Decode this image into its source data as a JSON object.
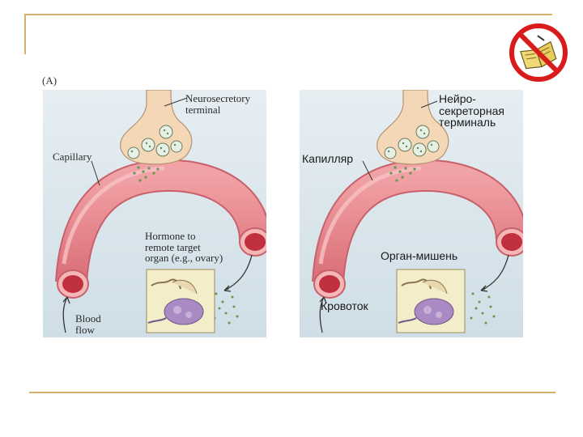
{
  "panel_label": "(A)",
  "english_panel": {
    "neurosecretory_terminal": "Neurosecretory\nterminal",
    "capillary": "Capillary",
    "hormone_target": "Hormone to\nremote target\norgan (e.g., ovary)",
    "blood_flow": "Blood\nflow"
  },
  "russian_panel": {
    "neurosecretory_terminal": "Нейро-\nсекреторная\nтерминаль",
    "capillary": "Капилляр",
    "target_organ": "Орган-мишень",
    "blood_flow": "Кровоток"
  },
  "icons": {
    "corner": "no-book-icon"
  },
  "colors": {
    "panel_bg": "#d4e3ea",
    "capillary": "#e8888f",
    "terminal": "#f2d6b3",
    "frame": "#d4b06a"
  }
}
